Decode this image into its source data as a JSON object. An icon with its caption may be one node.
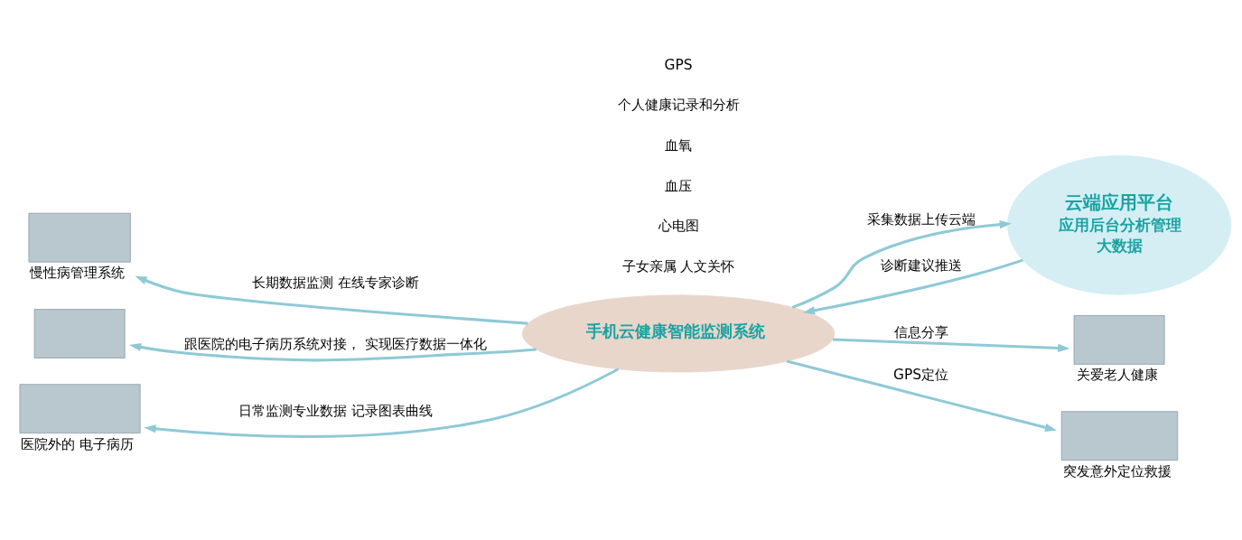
{
  "diagram": {
    "nodes": [
      {
        "text": [
          "手机云健康智能监测系统"
        ]
      },
      {
        "text": [
          "云端应用平台",
          "应用后台分析管理",
          "大数据"
        ]
      },
      {
        "text": [],
        "shape": "box",
        "beside": [
          "慢性病管理系统"
        ]
      },
      {
        "text": [],
        "shape": "box"
      },
      {
        "text": [],
        "shape": "box",
        "beside": [
          "关爱老人健康"
        ]
      },
      {
        "text": [],
        "shape": "box",
        "beside": [
          "医院外的 电子病历"
        ]
      },
      {
        "text": [],
        "shape": "box",
        "beside": [
          "突发意外定位救援"
        ]
      }
    ],
    "edges": [
      {
        "from": 0,
        "to": 2,
        "arrow": "to",
        "label": "长期数据监测 在线专家诊断"
      },
      {
        "from": 1,
        "to": 0,
        "arrow": "to",
        "label": "诊断建议推送"
      },
      {
        "from": 0,
        "to": 1,
        "arrow": "to",
        "label": "采集数据上传云端"
      },
      {
        "from": 0,
        "to": 3,
        "arrow": "to",
        "label": "跟医院的电子病历系统对接， 实现医疗数据一体化"
      },
      {
        "from": 0,
        "to": 4,
        "arrow": "to",
        "label": "信息分享"
      },
      {
        "from": 0,
        "to": 5,
        "arrow": "to",
        "label": "日常监测专业数据 记录图表曲线"
      },
      {
        "from": 0,
        "to": 6,
        "arrow": "to",
        "label": "GPS定位"
      }
    ],
    "labels": [
      "子女亲属 人文关怀",
      "心电图",
      "血压",
      "血氧",
      "个人健康记录和分析",
      "GPS"
    ]
  }
}
